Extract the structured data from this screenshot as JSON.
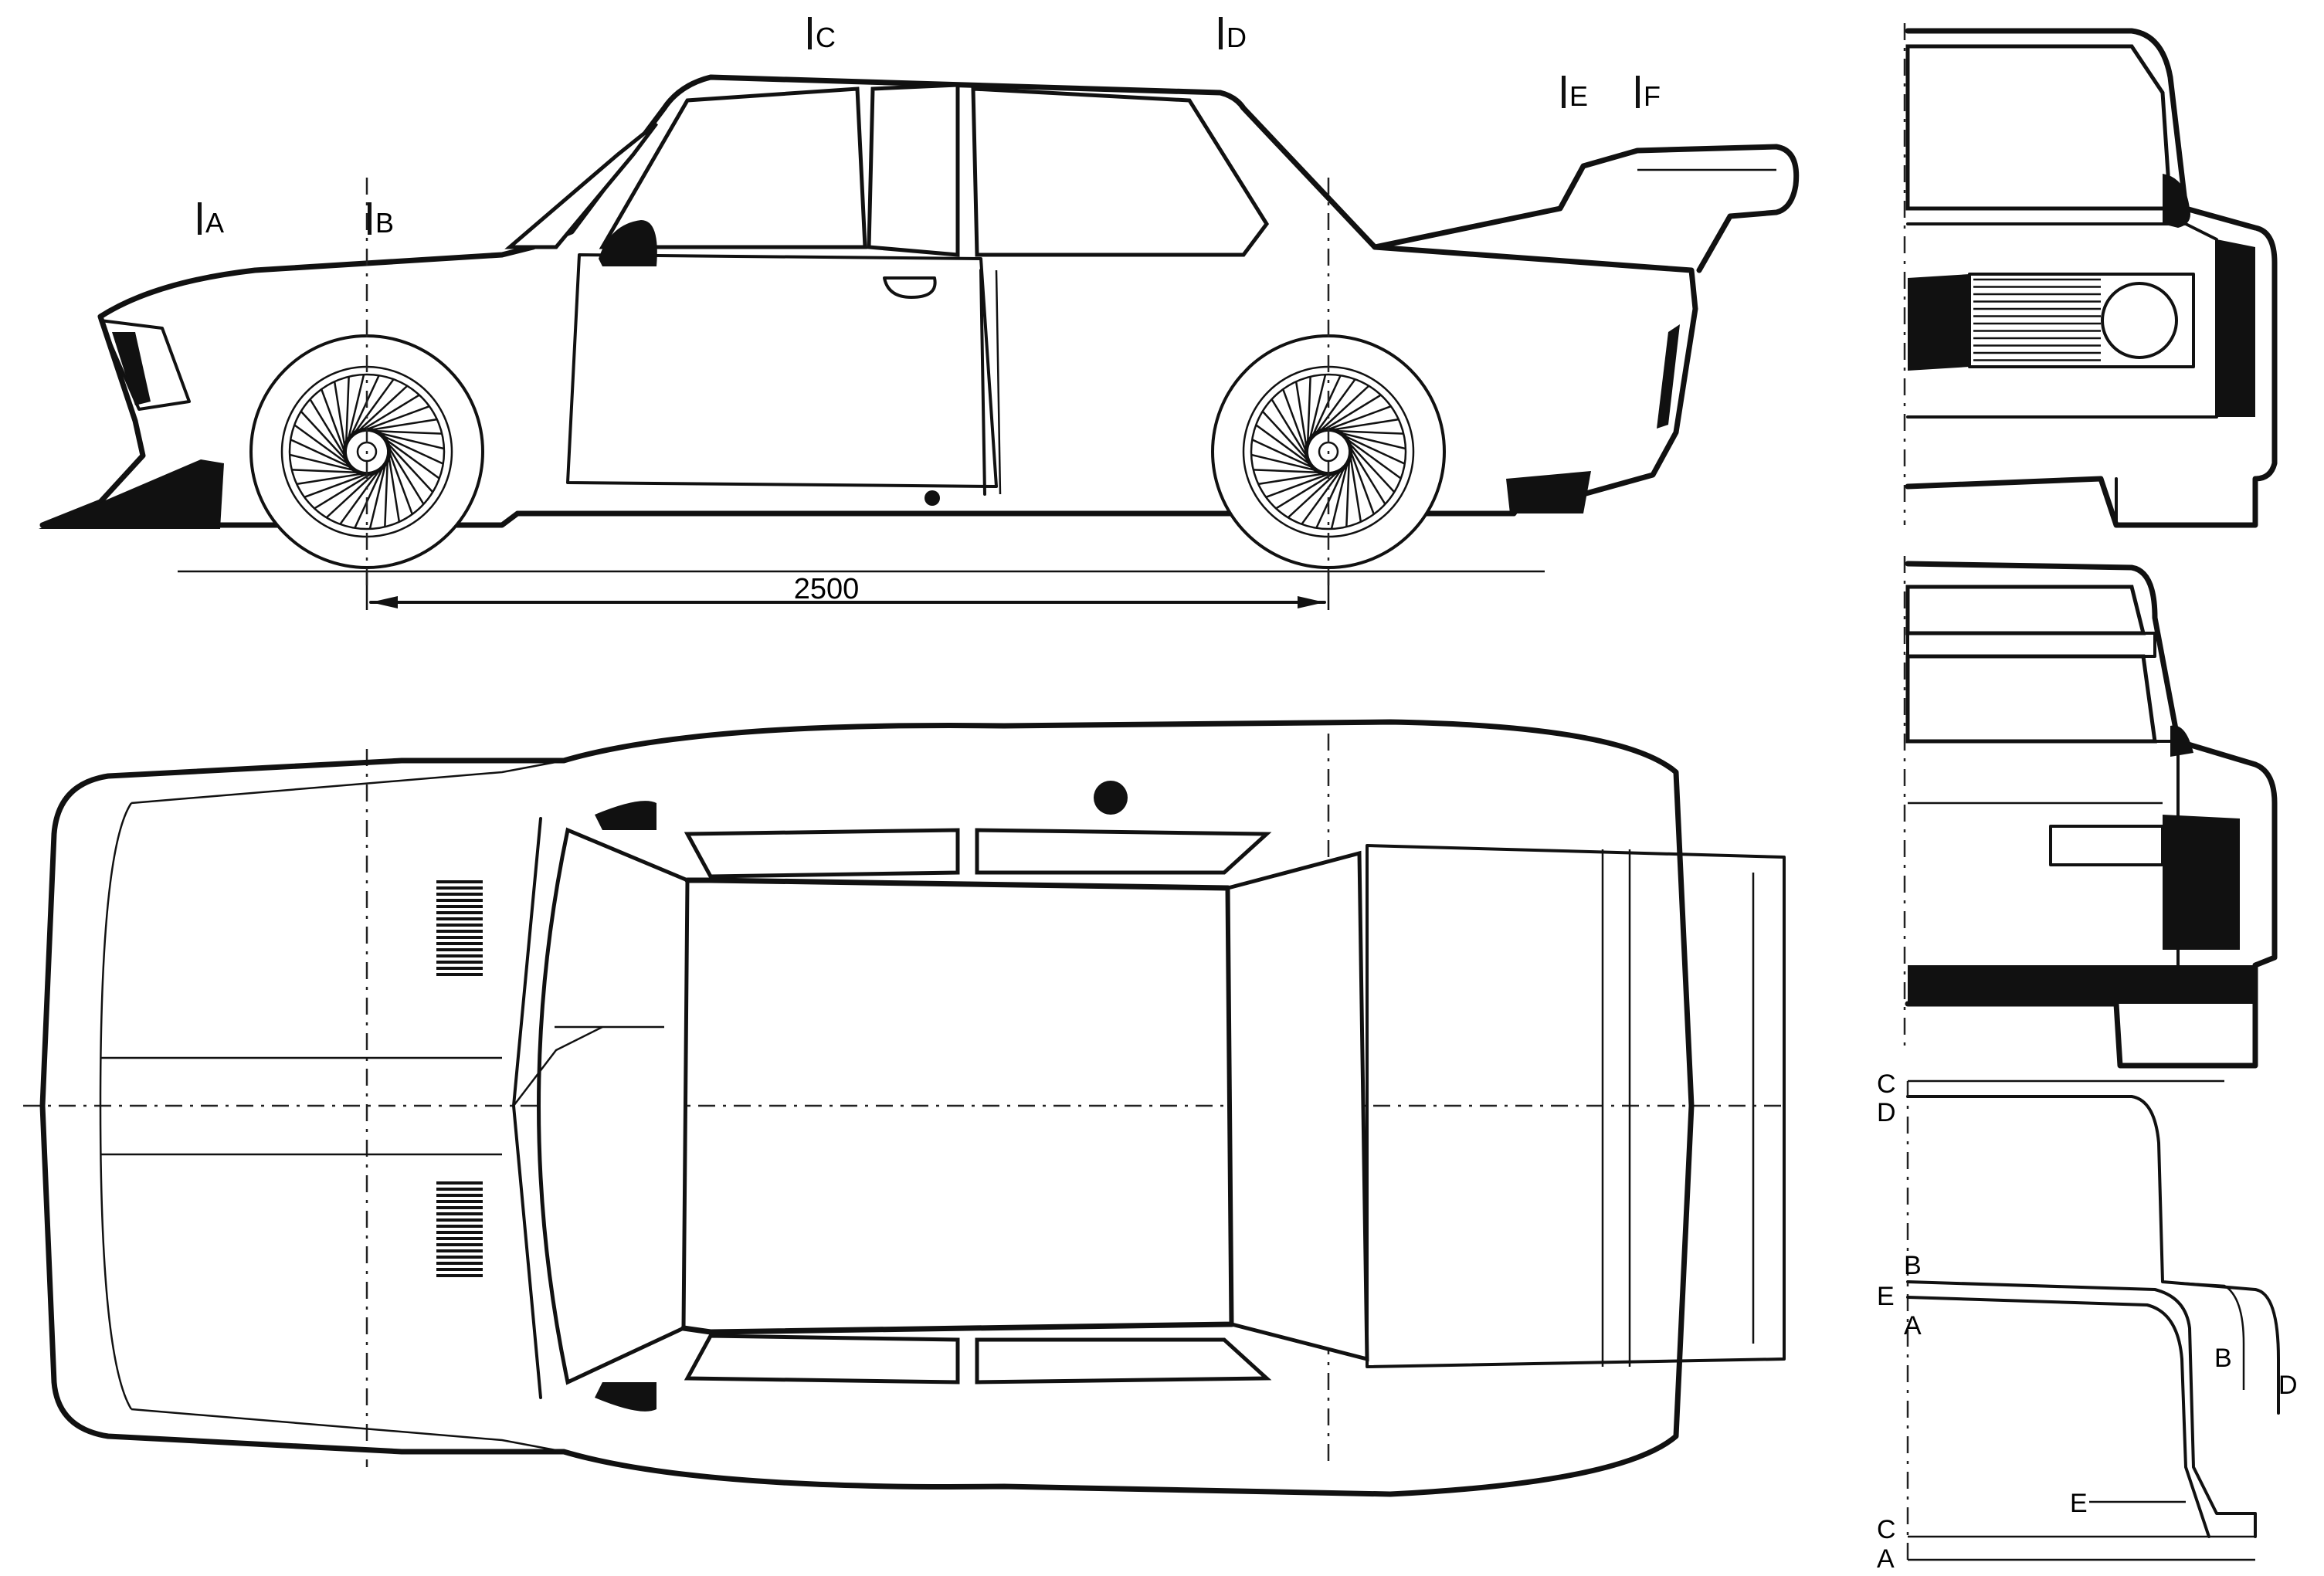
{
  "blueprint": {
    "side_view": {
      "section_markers": [
        "A",
        "B",
        "C",
        "D",
        "E",
        "F"
      ],
      "wheelbase_dimension": "2500"
    },
    "section_profile": {
      "left_labels": [
        "C",
        "D",
        "B",
        "E",
        "A",
        "C",
        "A"
      ],
      "inner_labels": [
        "B",
        "D",
        "E"
      ]
    }
  }
}
